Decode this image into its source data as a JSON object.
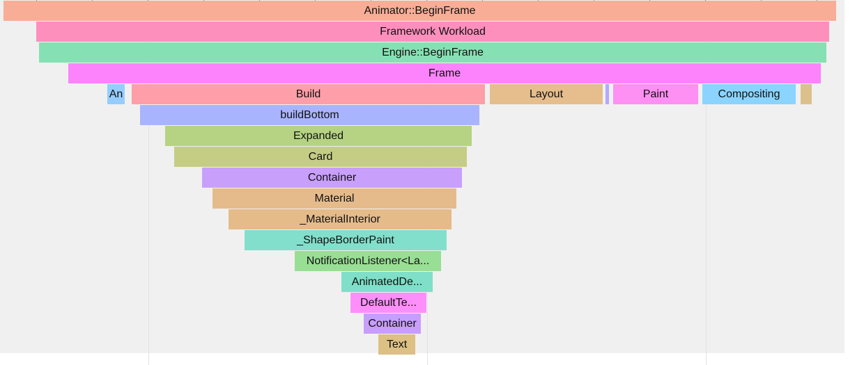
{
  "frames": [
    {
      "id": "animator-beginframe",
      "label": "Animator::BeginFrame",
      "color": "#f8ad97"
    },
    {
      "id": "framework-workload",
      "label": "Framework Workload",
      "color": "#fd8fbd"
    },
    {
      "id": "engine-beginframe",
      "label": "Engine::BeginFrame",
      "color": "#85e1b3"
    },
    {
      "id": "frame",
      "label": "Frame",
      "color": "#fc83fc"
    },
    {
      "id": "an",
      "label": "An",
      "color": "#95cdff"
    },
    {
      "id": "build",
      "label": "Build",
      "color": "#fe9ea8"
    },
    {
      "id": "layout",
      "label": "Layout",
      "color": "#e6bd8c"
    },
    {
      "id": "thin-purple",
      "label": "",
      "color": "#b4a8ff"
    },
    {
      "id": "paint",
      "label": "Paint",
      "color": "#fe8ff3"
    },
    {
      "id": "compositing",
      "label": "Compositing",
      "color": "#8ad4ff"
    },
    {
      "id": "small-gold",
      "label": "",
      "color": "#dcc08c"
    },
    {
      "id": "buildbottom",
      "label": "buildBottom",
      "color": "#a9b4fe"
    },
    {
      "id": "expanded",
      "label": "Expanded",
      "color": "#b5d383"
    },
    {
      "id": "card",
      "label": "Card",
      "color": "#c5cd84"
    },
    {
      "id": "container-1",
      "label": "Container",
      "color": "#c99ffc"
    },
    {
      "id": "material",
      "label": "Material",
      "color": "#e6bb8c"
    },
    {
      "id": "materialinterior",
      "label": "_MaterialInterior",
      "color": "#e5bb8a"
    },
    {
      "id": "shapeborderpaint",
      "label": "_ShapeBorderPaint",
      "color": "#82dfcb"
    },
    {
      "id": "notificationlistener",
      "label": "NotificationListener<La...",
      "color": "#99de95"
    },
    {
      "id": "animatedde",
      "label": "AnimatedDe...",
      "color": "#7fdfc8"
    },
    {
      "id": "defaultte",
      "label": "DefaultTe...",
      "color": "#fe8efa"
    },
    {
      "id": "container-2",
      "label": "Container",
      "color": "#c89dfb"
    },
    {
      "id": "text",
      "label": "Text",
      "color": "#dcc084"
    }
  ]
}
